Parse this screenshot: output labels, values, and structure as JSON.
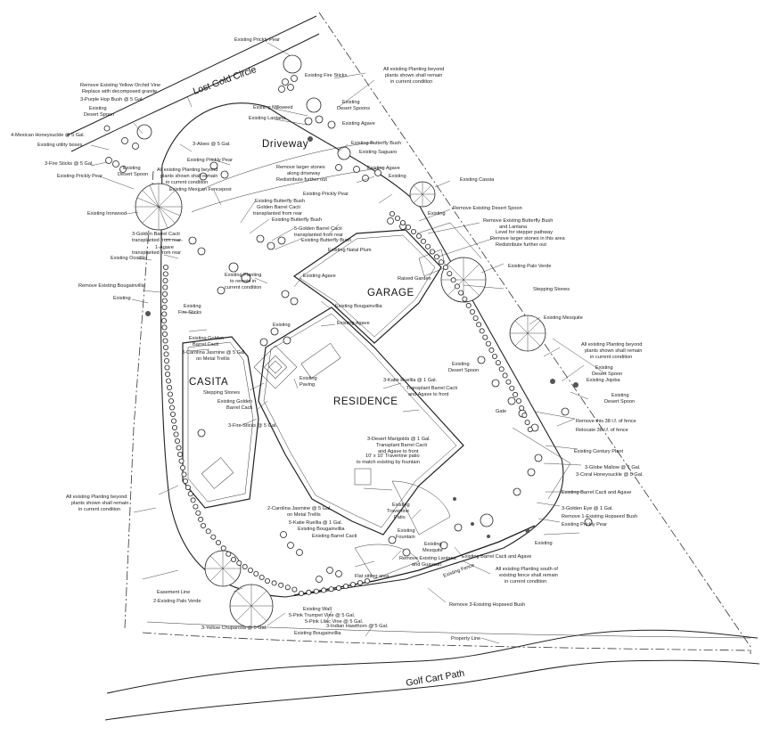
{
  "titles": {
    "lost_gold": "Lost Gold Circle",
    "driveway": "Driveway",
    "garage": "GARAGE",
    "casita": "CASITA",
    "residence": "RESIDENCE",
    "golf_cart_path": "Golf Cart Path",
    "property_line": "Property Line",
    "easement_line": "Easement Line",
    "existing_fence": "Existing Fence"
  },
  "labels": {
    "prickly_pear_top": "Existing Prickly Pear",
    "fire_sticks_top": "Existing Fire Sticks",
    "beyond_top_1": "All existing Planting beyond",
    "beyond_top_2": "plants shown shall remain",
    "beyond_top_3": "in current condition",
    "remove_vine_1": "Remove Existing Yellow Orchid Vine",
    "remove_vine_2": "Replace with decomposed granite",
    "purple_hop": "3-Purple Hop Bush @ 5 Gal.",
    "desert_spoon_a1": "Existing",
    "desert_spoon_a2": "Desert Spoon",
    "mex_honeysuckle": "4-Mexican Honeysuckle @ 5 Gal.",
    "utility_boxes": "Existing utility boxes",
    "fire_sticks_5": "3-Fire Sticks @ 5 Gal.",
    "prickly_pear_left": "Existing Prickly Pear",
    "desert_spoon_b1": "Existing",
    "desert_spoon_b2": "Desert Spoon",
    "aloes": "3-Aloes @ 5 Gal.",
    "prickly_pear_mid": "Existing Prickly Pear",
    "beyond_mid_1": "All existing Planting beyond",
    "beyond_mid_2": "plants shown shall remain",
    "beyond_mid_3": "in current condition",
    "mex_fencepost": "Existing Mexican Fencepost",
    "ironwood": "Existing Ironwood",
    "milkweed": "Existing Milkweed",
    "lantana": "Existing Lantana",
    "desert_spoons_c1": "Existing",
    "desert_spoons_c2": "Desert Spoons",
    "agave_c": "Existing Agave",
    "butterfly_top": "Existing Butterfly Bush",
    "saguaro": "Existing Saguaro",
    "remove_stones_1": "Remove larger stones",
    "remove_stones_2": "along driveway",
    "remove_stones_3": "Redistribute further out",
    "agave_d": "Existing Agave",
    "existing_d": "Existing",
    "prickly_pear_e": "Existing Prickly Pear",
    "cassia": "Existing Cassia",
    "existing_e": "Existing",
    "remove_desert_spoon": "Remove Existing Desert Spoon",
    "remove_butterfly_1": "Remove Existing Butterfly Bush",
    "remove_butterfly_2": "and Lantana",
    "level_1": "Level for stepper pathway",
    "level_2": "Remove larger stones in this area",
    "level_3": "Redistribute further out",
    "butterfly_1": "Existing Butterfly Bush",
    "golden_barrel_t1": "Golden Barrel Cacti",
    "golden_barrel_t2": "transplanted from rear",
    "butterfly_2": "Existing Butterfly Bush",
    "golden_5_1": "5-Golden Barrel Cacti",
    "golden_5_2": "transplanted from rear",
    "golden_3_1": "3-Golden Barrel Cacti",
    "golden_3_2": "transplanted from rear",
    "butterfly_3": "Existing Butterfly Bush",
    "natal_plum": "Existing Natal Plum",
    "agave_trans_1": "1-Agave",
    "agave_trans_2": "transplanted from rear",
    "ocotillo": "Existing Ocotillo",
    "raised_garden": "Raised Garden",
    "palo_verde_r": "Existing Palo Verde",
    "remove_bougain": "Remove Existing Bougainvillia",
    "existing_f": "Existing",
    "fire_sticks_f1": "Existing",
    "fire_sticks_f2": "Fire Sticks",
    "existing_plant_1": "Existing Planting",
    "existing_plant_2": "to remain in",
    "existing_plant_3": "current condition",
    "agave_g": "Existing Agave",
    "bougain_g": "Existing Bougainvillia",
    "stepping_r": "Stepping Stones",
    "existing_g": "Existing",
    "agave_h": "Existing Agave",
    "mesquite_r": "Existing Mesquite",
    "beyond_r_1": "All existing Planting beyond",
    "beyond_r_2": "plants shown shall remain",
    "beyond_r_3": "in current condition",
    "golden_h1": "Existing Golden",
    "golden_h2": "Barrel Cacti",
    "carolina_3_1": "3-Carolina Jasmine @ 5 Gal.",
    "carolina_3_2": "on Metal Trellis",
    "stepping_casita": "Stepping Stones",
    "paving_1": "Existing",
    "paving_2": "Paving",
    "golden_i1": "Existing Golden",
    "golden_i2": "Barrel Cacti",
    "desert_spoon_i1": "Existing",
    "desert_spoon_i2": "Desert Spoon",
    "desert_spoon_j1": "Existing",
    "desert_spoon_j2": "Desert Spoon",
    "jojoba": "Existing Jojoba",
    "katie_3": "3-Katie Ruellia @ 1 Gal.",
    "transplant_1": "Transplant Barrel Cacti",
    "transplant_2": "and Agave to front",
    "desert_spoon_k1": "Existing",
    "desert_spoon_k2": "Desert Spoon",
    "gate": "Gate",
    "remove_fence": "Remove this 38 l.f. of fence",
    "relocate_fence": "Relocate 38 l.f. of fence",
    "fire_sticks_casita": "3-Fire Sticks @ 5 Gal.",
    "marigolds_1": "3-Desert Marigolds @ 1 Gal.",
    "marigolds_2": "Transplant Barrel Cacti",
    "marigolds_3": "and Agave to front",
    "travertine_1": "10' x 10' Travertine patio",
    "travertine_2": "to match existing by fountain",
    "century": "Existing Century Plant",
    "globe_3": "3-Globe Mallow @ 1 Gal.",
    "coral_3": "3-Coral Honeysuckle @ 5 Gal.",
    "barrel_agave_r": "Existing Barrel Cacti and Agave",
    "beyond_left_1": "All existing Planting beyond",
    "beyond_left_2": "plants shown shall remain",
    "beyond_left_3": "in current condition",
    "carolina_2_1": "2-Carolina Jasmine @ 5 Gal.",
    "carolina_2_2": "on Metal Trellis",
    "katie_5": "5-Katie Ruellia @ 1 Gal.",
    "bougain_m": "Existing Bougainvillia",
    "barrel_m": "Existing Barrel Cacti",
    "trav_patio_1": "Existing",
    "trav_patio_2": "Travertine",
    "trav_patio_3": "Patio",
    "fountain_1": "Existing",
    "fountain_2": "Fountain",
    "golden_eye": "3-Golden Eye @ 1 Gal.",
    "remove_hopseed_1": "Remove 1-Existing Hopseed Bush",
    "prickly_pear_r": "Existing Prickly Pear",
    "existing_r": "Existing",
    "mesquite_m1": "Existing",
    "mesquite_m2": "Mesquite",
    "remove_lantana_1": "Remove Existing Lantana",
    "remove_lantana_2": "and Guaycan",
    "barrel_agave_r2": "Existing Barrel Cacti and Agave",
    "beyond_fence_1": "All existing Planting south of",
    "beyond_fence_2": "existing fence shall remain",
    "beyond_fence_3": "in current condition",
    "flat_sitting": "Flat sitting area",
    "palo_verde_2": "2-Existing Palo Verde",
    "existing_wall": "Existing Wall",
    "pink_trumpet": "5-Pink Trumpet Vine @ 5 Gal.",
    "pink_lilac": "5-Pink Lilac Vine @ 5 Gal.",
    "indian_hawthorn": "3-Indian Hawthorn @ 5 Gal.",
    "yellow_chuparosa": "3-Yellow Chuparosa @ 5 Gal.",
    "bougain_bottom": "Existing Bougainvillia",
    "remove_hopseed_2": "Remove 3-Existing Hopseed Bush"
  }
}
